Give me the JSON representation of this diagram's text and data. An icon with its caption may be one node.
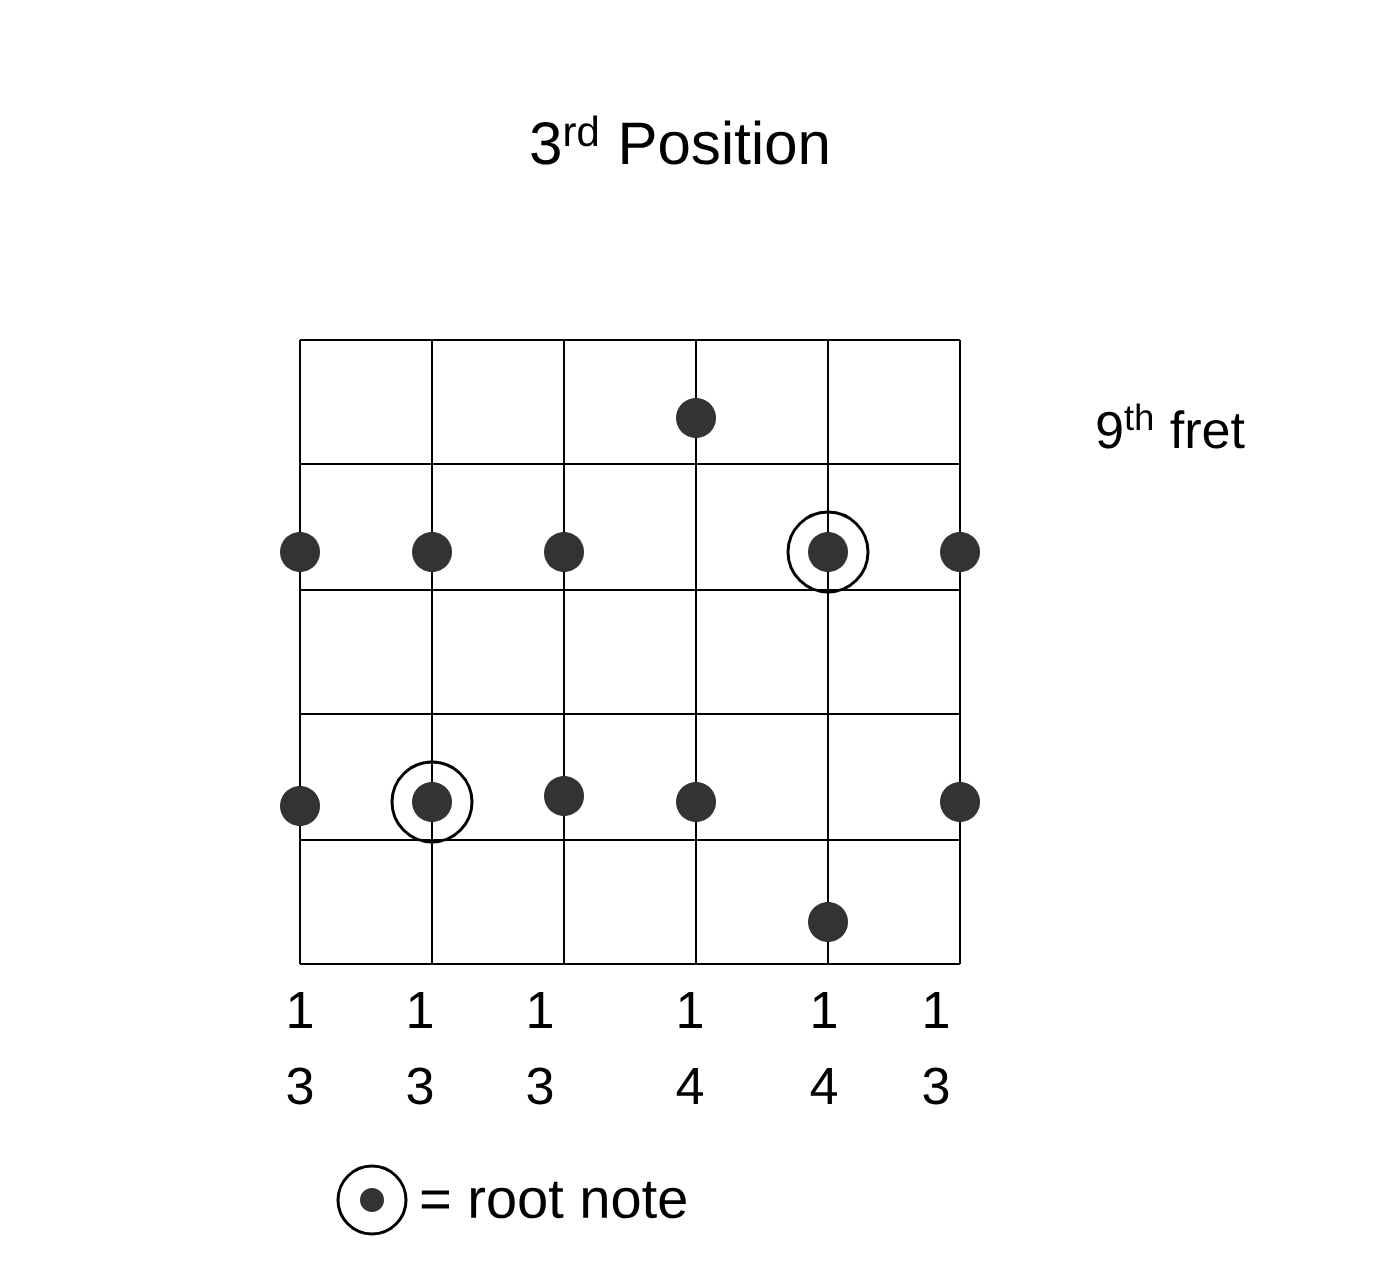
{
  "diagram": {
    "title": "3$^{rd}$ Position",
    "labels": [
      "9$^{th}$ fret",
      "1",
      "1",
      "1",
      "1",
      "1",
      "1",
      "3",
      "3",
      "3",
      "4",
      "4",
      "3"
    ],
    "legend": [
      {
        "text": "= root note"
      }
    ]
  }
}
